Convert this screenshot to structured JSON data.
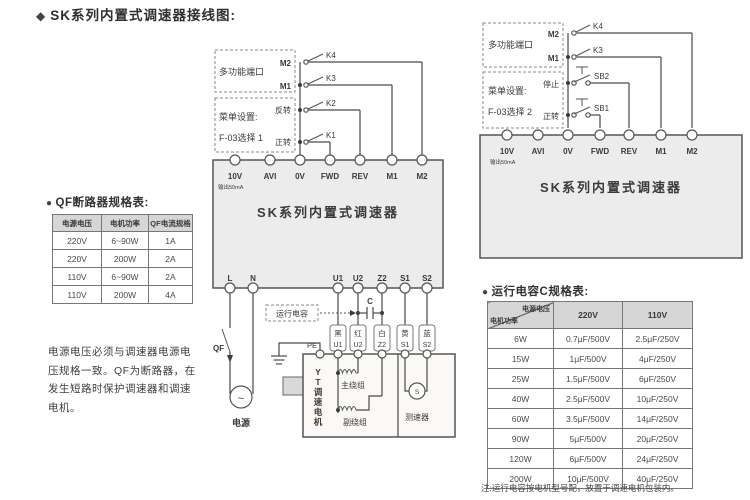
{
  "icons": {
    "diamond": "◆",
    "bullet": "●"
  },
  "page_title": "SK系列内置式调速器接线图:",
  "qf_table": {
    "title": "QF断路器规格表:",
    "headers": [
      "电源电压",
      "电机功率",
      "QF电流规格"
    ],
    "rows": [
      [
        "220V",
        "6~90W",
        "1A"
      ],
      [
        "220V",
        "200W",
        "2A"
      ],
      [
        "110V",
        "6~90W",
        "2A"
      ],
      [
        "110V",
        "200W",
        "4A"
      ]
    ]
  },
  "left_note": "电源电压必须与调速器电源电压规格一致。QF为断路器，在发生短路时保护调速器和调速电机。",
  "diagram_left": {
    "multi_port_label": "多功能端口",
    "m2": "M2",
    "m1": "M1",
    "k4": "K4",
    "k3": "K3",
    "k2": "K2",
    "k1": "K1",
    "menu_label": "菜单设置:",
    "menu_option": "F-03选择 1",
    "reverse": "反转",
    "forward": "正转",
    "terminals_top": [
      "10V",
      "AVI",
      "0V",
      "FWD",
      "REV",
      "M1",
      "M2"
    ],
    "output_label": "输出50mA",
    "device_label": "SK系列内置式调速器",
    "terminals_bottom": [
      "L",
      "N",
      "U1",
      "U2",
      "Z2",
      "S1",
      "S2"
    ],
    "run_cap_label": "运行电容",
    "cap_label": "C",
    "qf_label": "QF",
    "ac_symbol": "~",
    "power_label": "电源",
    "pe_label": "PE",
    "wire_colors": [
      "黑",
      "红",
      "白",
      "黄",
      "蓝"
    ],
    "wire_terms": [
      "U1",
      "U2",
      "Z2",
      "S1",
      "S2"
    ],
    "motor_label": "YT调速电机",
    "main_winding": "主绕组",
    "aux_winding": "副绕组",
    "tacho_symbol": "S",
    "tacho_label": "测速器"
  },
  "diagram_right": {
    "multi_port_label": "多功能端口",
    "m2": "M2",
    "m1": "M1",
    "k4": "K4",
    "k3": "K3",
    "sb2": "SB2",
    "sb1": "SB1",
    "menu_label": "菜单设置:",
    "menu_option": "F-03选择 2",
    "stop": "停止",
    "forward": "正转",
    "terminals_top": [
      "10V",
      "AVI",
      "0V",
      "FWD",
      "REV",
      "M1",
      "M2"
    ],
    "output_label": "输出50mA",
    "device_label": "SK系列内置式调速器"
  },
  "cap_table": {
    "title": "运行电容C规格表:",
    "corner_top": "电源电压",
    "corner_bottom": "电机功率",
    "col_headers": [
      "220V",
      "110V"
    ],
    "rows": [
      [
        "6W",
        "0.7μF/500V",
        "2.5μF/250V"
      ],
      [
        "15W",
        "1μF/500V",
        "4μF/250V"
      ],
      [
        "25W",
        "1.5μF/500V",
        "6μF/250V"
      ],
      [
        "40W",
        "2.5μF/500V",
        "10μF/250V"
      ],
      [
        "60W",
        "3.5μF/500V",
        "14μF/250V"
      ],
      [
        "90W",
        "5μF/500V",
        "20μF/250V"
      ],
      [
        "120W",
        "6μF/500V",
        "24μF/250V"
      ],
      [
        "200W",
        "10μF/500V",
        "40μF/250V"
      ]
    ]
  },
  "cap_note": "注:运行电容按电机型号配，放置于调速电机包装内。"
}
